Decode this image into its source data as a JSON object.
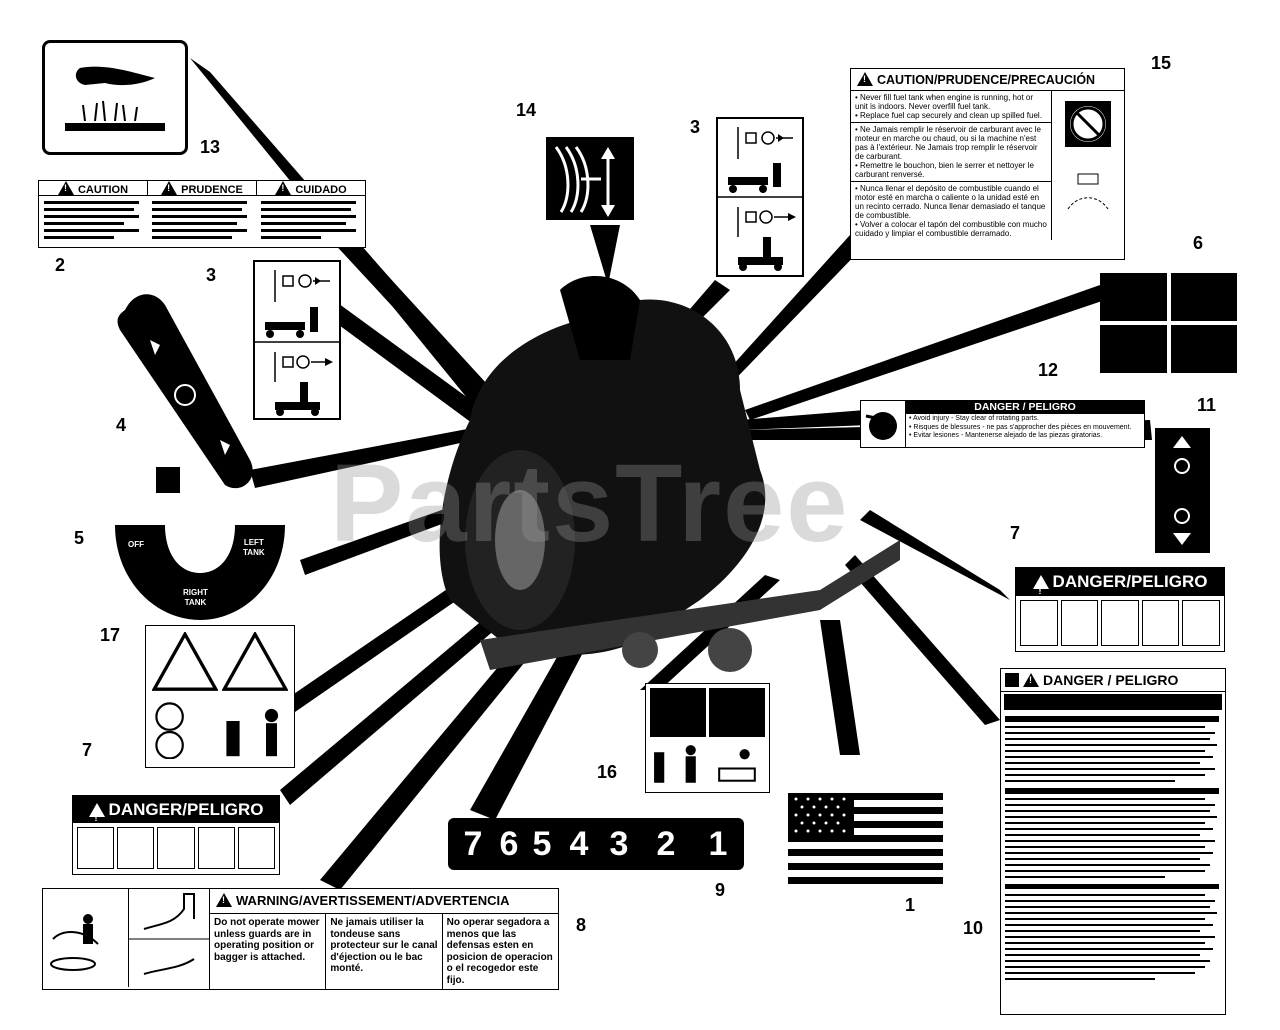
{
  "callouts": {
    "c1": "1",
    "c2": "2",
    "c3a": "3",
    "c3b": "3",
    "c4": "4",
    "c5": "5",
    "c6": "6",
    "c7a": "7",
    "c7b": "7",
    "c8": "8",
    "c9": "9",
    "c10": "10",
    "c11": "11",
    "c12": "12",
    "c13": "13",
    "c14": "14",
    "c15": "15",
    "c16": "16",
    "c17": "17"
  },
  "watermark": "PartsTree",
  "decal2": {
    "caution": "CAUTION",
    "prudence": "PRUDENCE",
    "cuidado": "CUIDADO"
  },
  "decal5": {
    "off": "OFF",
    "left": "LEFT",
    "tank1": "TANK",
    "right": "RIGHT",
    "tank2": "TANK"
  },
  "decal15": {
    "title": "CAUTION/PRUDENCE/PRECAUCIÓN",
    "en": "• Never fill fuel tank when engine is running, hot or unit is indoors. Never overfill fuel tank.\n• Replace fuel cap securely and clean up spilled fuel.",
    "fr": "• Ne Jamais remplir le réservoir de carburant avec le moteur en marche ou chaud, ou si la machine n'est pas à l'extérieur. Ne Jamais trop remplir le réservoir de carburant.\n• Remettre le bouchon, bien le serrer et nettoyer le carburant renversé.",
    "es": "• Nunca llenar el depósito de combustible cuando el motor esté en marcha o caliente o la unidad esté en un recinto cerrado. Nunca llenar demasiado el tanque de combustible.\n• Volver a colocar el tapón del combustible con mucho cuidado y limpiar el combustible derramado."
  },
  "decal12": {
    "title": "DANGER / PELIGRO",
    "l1": "• Avoid injury - Stay clear of rotating parts.",
    "l2": "• Risques de blessures - ne pas s'approcher des pièces en mouvement.",
    "l3": "• Evitar lesiones - Mantenerse alejado de las piezas giratorias."
  },
  "decal7r": {
    "title": "DANGER/PELIGRO"
  },
  "decal7l": {
    "title": "DANGER/PELIGRO"
  },
  "decal10": {
    "title": "DANGER / PELIGRO"
  },
  "decal8": {
    "title": "WARNING/AVERTISSEMENT/ADVERTENCIA",
    "en": "Do not operate mower unless guards are in operating position or bagger is attached.",
    "fr": "Ne jamais utiliser la tondeuse sans protecteur sur le canal d'éjection ou le bac monté.",
    "es": "No operar segadora a menos que las defensas esten en posicion de operacion o el recogedor este fijo."
  },
  "decal9": {
    "digits": [
      "7",
      "6",
      "5",
      "4",
      "3",
      "2",
      "1"
    ]
  },
  "icons": {
    "hand": "hot-surface-icon",
    "flag": "flag-icon"
  }
}
